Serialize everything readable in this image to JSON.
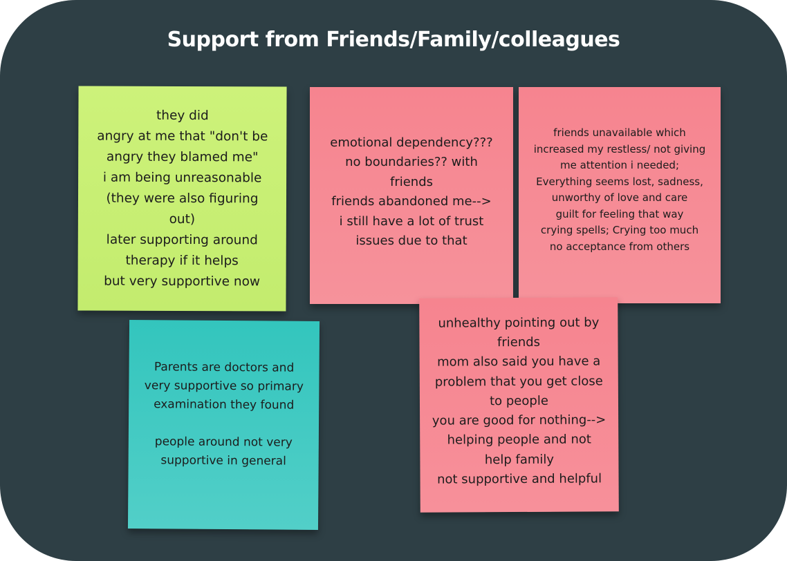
{
  "board": {
    "title": "Support from Friends/Family/colleagues"
  },
  "notes": [
    {
      "color": "#c8ef74",
      "lines": [
        "they did",
        "angry at me that \"don't be",
        "angry they blamed me\"",
        "i am  being unreasonable",
        "(they were also figuring",
        "out)",
        "later supporting around",
        "therapy if it helps",
        "but very supportive now"
      ]
    },
    {
      "color": "#f68b95",
      "lines": [
        "emotional dependency???",
        "no boundaries??  with",
        "friends",
        "friends abandoned me-->",
        "i still have a lot of trust",
        "issues due to that"
      ]
    },
    {
      "color": "#f68b95",
      "lines": [
        "friends unavailable which",
        "increased my restless/ not giving",
        "me attention i needed;",
        "Everything seems lost, sadness,",
        "unworthy of love and care",
        "guilt for feeling that way",
        "crying spells; Crying too much",
        "no acceptance from others"
      ]
    },
    {
      "color": "#40cac2",
      "lines": [
        "Parents are doctors and",
        "very supportive so primary",
        "examination they found",
        "",
        "people around not very",
        "supportive in general"
      ]
    },
    {
      "color": "#f68b95",
      "lines": [
        "unhealthy pointing out by",
        "friends",
        "mom also said you have a",
        "problem that you get close",
        "to people",
        "you are good for nothing-->",
        "helping people and not",
        "help family",
        "not supportive and helpful"
      ]
    }
  ]
}
